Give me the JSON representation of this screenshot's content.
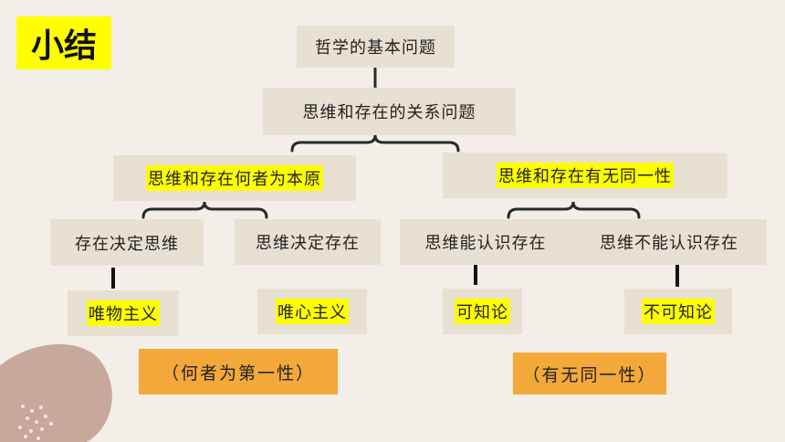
{
  "title": "小结",
  "root": "哲学的基本问题",
  "main": "思维和存在的关系问题",
  "left_branch": {
    "label": "思维和存在何者为本原",
    "child_a": "存在决定思维",
    "child_b": "思维决定存在",
    "result_a": "唯物主义",
    "result_b": "唯心主义",
    "note": "（何者为第一性）"
  },
  "right_branch": {
    "label": "思维和存在有无同一性",
    "child_a": "思维能认识存在",
    "child_b": "思维不能认识存在",
    "result_a": "可知论",
    "result_b": "不可知论",
    "note": "（有无同一性）"
  },
  "colors": {
    "highlight": "#ffff00",
    "note_fill": "#f4a83a",
    "box_fill": "#e8e1d3",
    "background": "#f3eee8",
    "decor_blob": "#c9a89c"
  }
}
